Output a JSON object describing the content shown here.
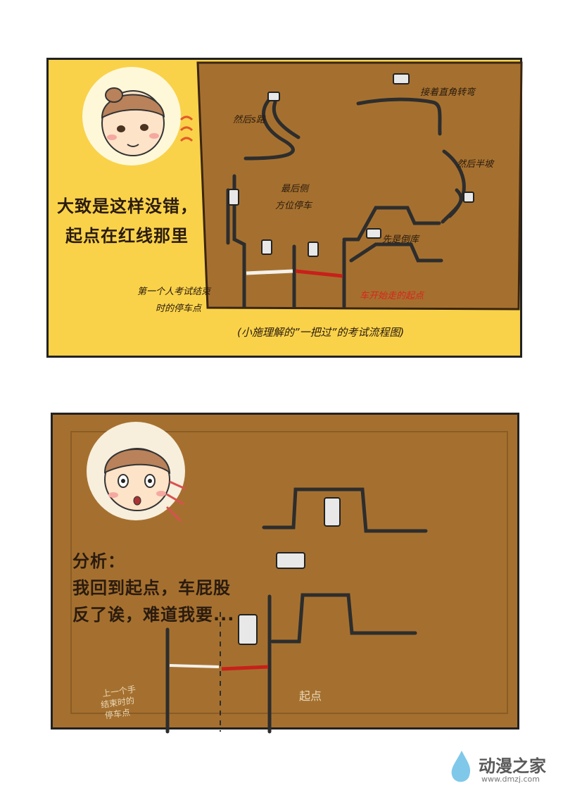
{
  "panel1": {
    "caption_line1": "大致是这样没错，",
    "caption_line2": "起点在红线那里",
    "labels": {
      "s_road": "然后s路",
      "right_turn": "接着直角转弯",
      "side_parking_1": "最后侧",
      "side_parking_2": "方位停车",
      "half_slope": "然后半坡",
      "reverse_first": "先是倒库",
      "last_person_1": "第一个人考试结束",
      "last_person_2": "时的停车点",
      "start_point": "车开始走的起点",
      "footer": "(小施理解的”一把过”的考试流程图)"
    }
  },
  "panel2": {
    "caption_line1": "分析：",
    "caption_line2": "我回到起点，车屁股",
    "caption_line3": "反了诶，难道我要...",
    "handwritten_left": "上一个手",
    "handwritten_left2": "结束时的",
    "handwritten_left3": "停车点",
    "handwritten_right": "起点"
  },
  "logo": {
    "name": "动漫之家",
    "url": "www.dmzj.com"
  },
  "colors": {
    "panel1_bg": "#f9d24a",
    "board_brown": "#a5702f",
    "road_dark": "#2d2d2d",
    "start_line_red": "#c8201a"
  }
}
